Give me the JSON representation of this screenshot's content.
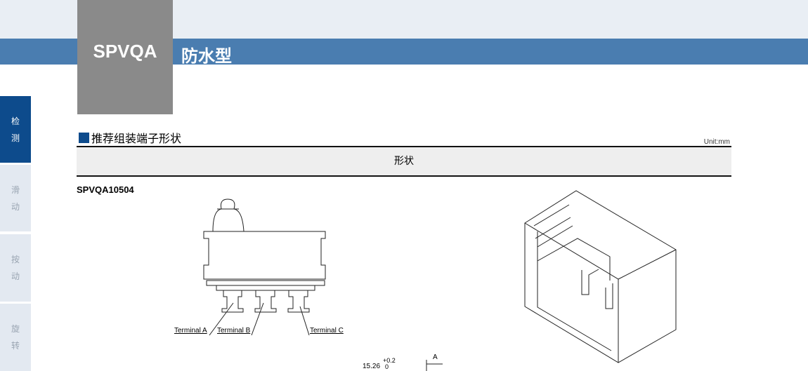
{
  "header": {
    "series_code": "SPVQA",
    "series_name": "防水型"
  },
  "sidebar": {
    "items": [
      {
        "label_1": "检",
        "label_2": "测",
        "active": true
      },
      {
        "label_1": "滑",
        "label_2": "动",
        "active": false
      },
      {
        "label_1": "按",
        "label_2": "动",
        "active": false
      },
      {
        "label_1": "旋",
        "label_2": "转",
        "active": false
      }
    ]
  },
  "section": {
    "title": "推荐组装端子形状",
    "unit": "Unit:mm",
    "column_header": "形状"
  },
  "product": {
    "model": "SPVQA10504",
    "terminals": [
      "Terminal A",
      "Terminal B",
      "Terminal C"
    ],
    "dimension": "15.26",
    "tol_plus": "+0.2",
    "tol_minus": "0",
    "datum": "A"
  }
}
